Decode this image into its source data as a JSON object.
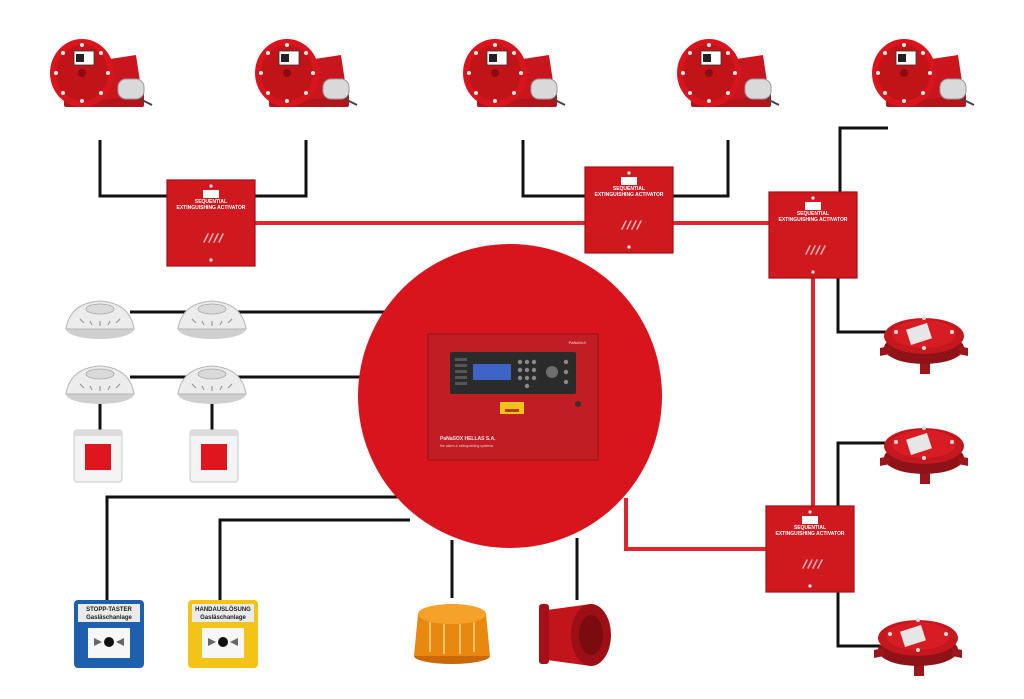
{
  "activator": {
    "title": "SEQUENTIAL",
    "subtitle": "EXTINGUISHING ACTIVATOR"
  },
  "panel": {
    "brand_top": "PaNaVoX",
    "company": "PaNaSOX HELLAS S.A.",
    "tagline": "fire alarm & extinguishing systems"
  },
  "stop_button": {
    "line1": "STOPP-TASTER",
    "line2": "Gasläschanlage"
  },
  "release_button": {
    "line1": "HANDAUSLÖSUNG",
    "line2": "Gasläschanlage"
  },
  "colors": {
    "red": "#d8151d",
    "panel_red": "#c01e24",
    "wire_black": "#111111",
    "wire_red": "#e2252c",
    "stop_blue": "#1e5fae",
    "release_yellow": "#f3c316",
    "beacon_amber": "#e8880e"
  },
  "icons": {
    "bottle": "gas-cylinder-icon",
    "detector": "smoke-detector-icon",
    "call_point": "manual-call-point-icon",
    "beacon": "strobe-beacon-icon",
    "siren": "siren-icon",
    "solenoid": "solenoid-actuator-icon"
  }
}
